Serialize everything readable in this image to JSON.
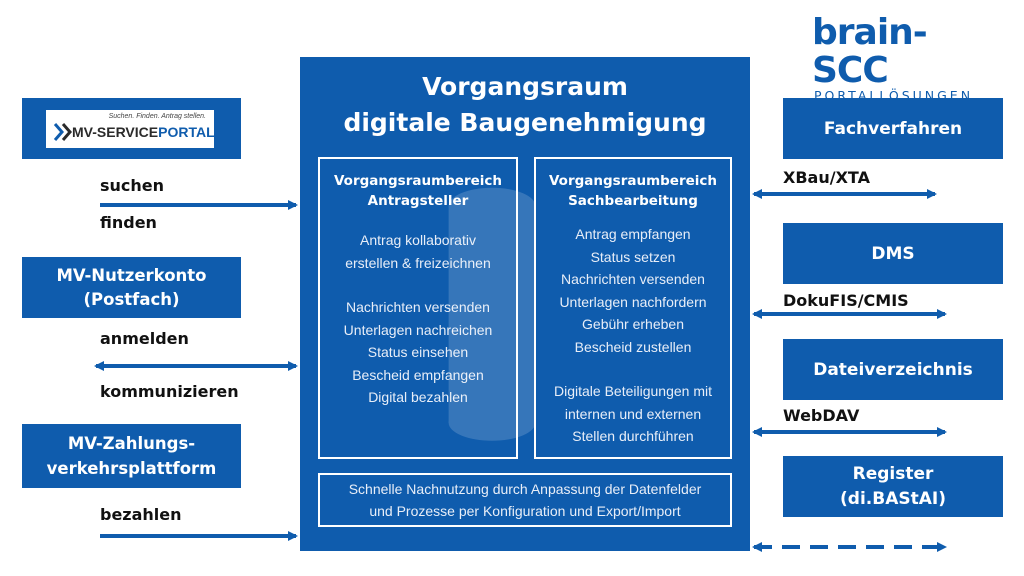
{
  "logo": {
    "brand": "brain-SCC",
    "tagline": "PORTALLÖSUNGEN"
  },
  "left": {
    "portal_logo": {
      "tagline": "Suchen. Finden. Antrag stellen.",
      "name_part1": "MV-SERVICE",
      "name_part2": "PORTAL"
    },
    "labels": {
      "suchen": "suchen",
      "finden": "finden",
      "anmelden": "anmelden",
      "kommunizieren": "kommunizieren",
      "bezahlen": "bezahlen"
    },
    "boxes": [
      {
        "line1": "MV-Nutzerkonto",
        "line2": "(Postfach)"
      },
      {
        "line1": "MV-Zahlungs-",
        "line2": "verkehrsplattform"
      }
    ]
  },
  "center": {
    "title_line1": "Vorgangsraum",
    "title_line2": "digitale Baugenehmigung",
    "applicant": {
      "heading_line1": "Vorgangsraumbereich",
      "heading_line2": "Antragsteller",
      "group1": [
        "Antrag kollaborativ",
        "erstellen & freizeichnen"
      ],
      "group2": [
        "Nachrichten versenden",
        "Unterlagen nachreichen",
        "Status einsehen",
        "Bescheid empfangen",
        "Digital bezahlen"
      ]
    },
    "officer": {
      "heading_line1": "Vorgangsraumbereich",
      "heading_line2": "Sachbearbeitung",
      "group1": [
        "Antrag empfangen",
        "Status setzen",
        "Nachrichten versenden",
        "Unterlagen nachfordern",
        "Gebühr erheben",
        "Bescheid zustellen"
      ],
      "group2": [
        "Digitale Beteiligungen mit",
        "internen und externen",
        "Stellen durchführen"
      ]
    },
    "footer_line1": "Schnelle Nachnutzung durch Anpassung der Datenfelder",
    "footer_line2": "und Prozesse per Konfiguration und Export/Import"
  },
  "right": {
    "boxes": [
      {
        "line1": "Fachverfahren",
        "line2": ""
      },
      {
        "line1": "DMS",
        "line2": ""
      },
      {
        "line1": "Dateiverzeichnis",
        "line2": ""
      },
      {
        "line1": "Register",
        "line2": "(di.BAStAI)"
      }
    ],
    "labels": {
      "xbau": "XBau/XTA",
      "doku": "DokuFIS/CMIS",
      "webdav": "WebDAV"
    }
  },
  "colors": {
    "brand_blue": "#0f5cad",
    "text": "#111111",
    "background": "#ffffff"
  }
}
